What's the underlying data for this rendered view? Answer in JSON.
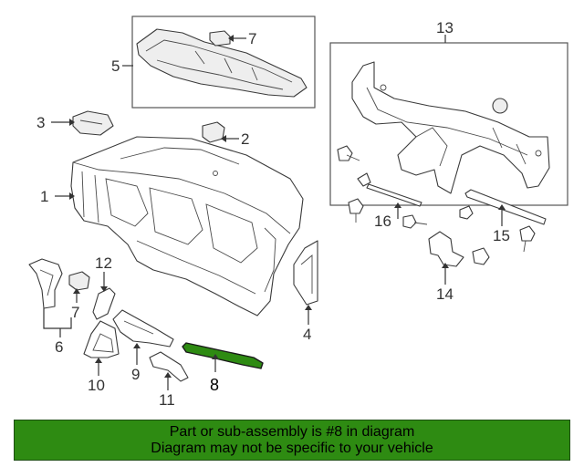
{
  "colors": {
    "banner": "#2e8b12",
    "highlight_part": "#2e8b12",
    "line": "#3a3a3a"
  },
  "callouts": {
    "c1": "1",
    "c2": "2",
    "c3": "3",
    "c4": "4",
    "c5": "5",
    "c6": "6",
    "c7a": "7",
    "c7b": "7",
    "c8": "8",
    "c9": "9",
    "c10": "10",
    "c11": "11",
    "c12": "12",
    "c13": "13",
    "c14": "14",
    "c15": "15",
    "c16": "16"
  },
  "banner": {
    "line1": "Part or sub-assembly is #8 in diagram",
    "line2": "Diagram may not be specific to your vehicle"
  }
}
